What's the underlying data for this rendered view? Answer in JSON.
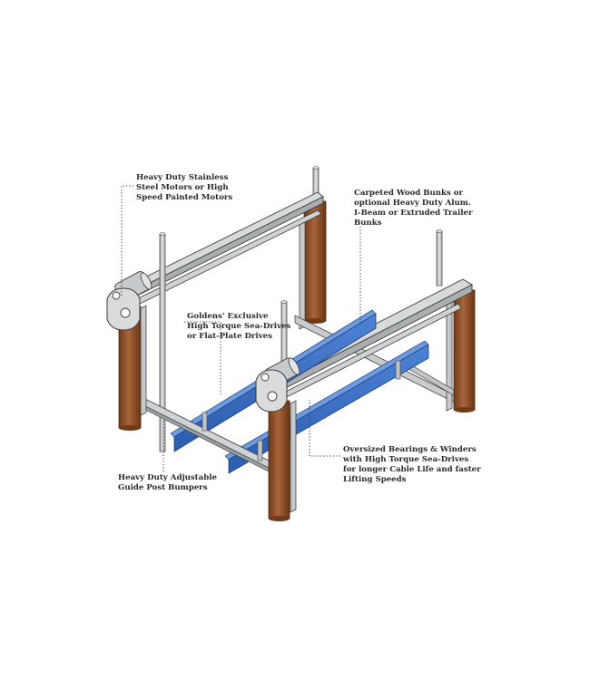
{
  "callouts": {
    "motors": {
      "lines": [
        "Heavy Duty Stainless",
        "Steel Motors or High",
        "Speed Painted Motors"
      ]
    },
    "bunks": {
      "lines": [
        "Carpeted Wood Bunks or",
        "optional Heavy Duty Alum.",
        "I-Beam or Extruded Trailer",
        "Bunks"
      ]
    },
    "drives": {
      "lines": [
        "Goldens' Exclusive",
        "High Torque Sea-Drives",
        "or  Flat-Plate Drives"
      ]
    },
    "bumpers": {
      "lines": [
        "Heavy Duty Adjustable",
        "Guide Post Bumpers"
      ]
    },
    "bearings": {
      "lines": [
        "Oversized Bearings & Winders",
        "with High Torque Sea-Drives",
        "for longer Cable Life and faster",
        "Lifting Speeds"
      ]
    }
  },
  "colors": {
    "frame": "#cfd2d4",
    "frame_shadow": "#8e9396",
    "outline": "#3c3c3c",
    "wood": "#9c5a2e",
    "wood_dark": "#6e3a18",
    "bunk_blue": "#3a6fc4",
    "bunk_blue_dark": "#24509b"
  }
}
